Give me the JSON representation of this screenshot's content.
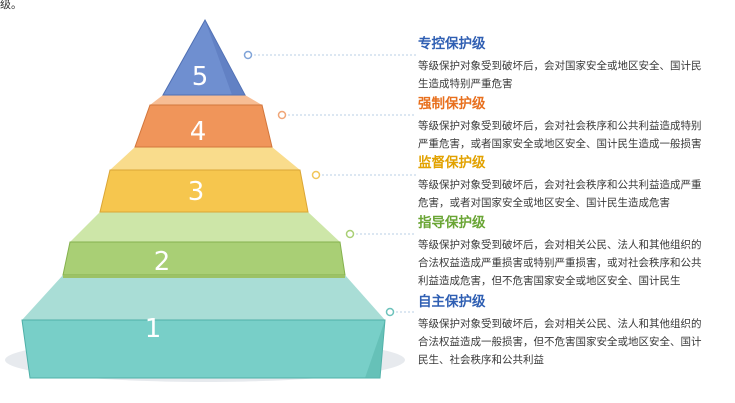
{
  "top_fragment": "级。",
  "levels": [
    {
      "number": "5",
      "title": "专控保护级",
      "title_color": "#2f5fb3",
      "fill": "#6f8fd0",
      "description": "等级保护对象受到破坏后，会对国家安全或地区安全、国计民生造成特别严重危害"
    },
    {
      "number": "4",
      "title": "强制保护级",
      "title_color": "#e8701e",
      "fill": "#f0955a",
      "description": "等级保护对象受到破坏后，会对社会秩序和公共利益造成特别严重危害，或者国家安全或地区安全、国计民生造成一般损害"
    },
    {
      "number": "3",
      "title": "监督保护级",
      "title_color": "#e2a200",
      "fill": "#f6c64e",
      "description": "等级保护对象受到破坏后，会对社会秩序和公共利益造成严重危害，或者对国家安全或地区安全、国计民生造成危害"
    },
    {
      "number": "2",
      "title": "指导保护级",
      "title_color": "#6aa535",
      "fill": "#a9cf75",
      "description": "等级保护对象受到破坏后，会对相关公民、法人和其他组织的合法权益造成严重损害或特别严重损害，或对社会秩序和公共利益造成危害，但不危害国家安全或地区安全、国计民生"
    },
    {
      "number": "1",
      "title": "自主保护级",
      "title_color": "#2f5fb3",
      "fill": "#78cfc8",
      "description": "等级保护对象受到破坏后，会对相关公民、法人和其他组织的合法权益造成一般损害，但不危害国家安全或地区安全、国计民生、社会秩序和公共利益"
    }
  ]
}
